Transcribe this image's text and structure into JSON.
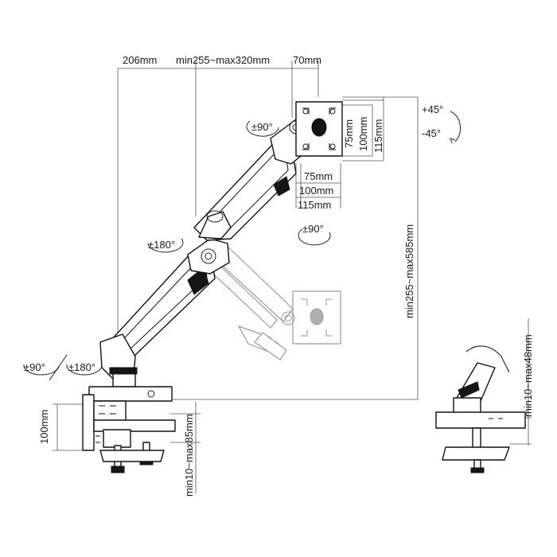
{
  "top_dimensions": {
    "offset": "206mm",
    "reach": "min255~max320mm",
    "head": "70mm"
  },
  "vesa_vertical": {
    "small": "75mm",
    "medium": "100mm",
    "large": "115mm"
  },
  "vesa_horizontal": {
    "small": "75mm",
    "medium": "100mm",
    "large": "115mm"
  },
  "height_range": "min255~max585mm",
  "tilt": {
    "up": "+45°",
    "down": "-45°"
  },
  "rotations": {
    "head_top": "±90°",
    "head_swivel": "±90°",
    "elbow": "±180°",
    "base_left": "±90°",
    "base_right": "±180°"
  },
  "clamp": {
    "height": "100mm",
    "range": "min10~max85mm"
  },
  "grommet": {
    "range": "min10~max48mm"
  }
}
